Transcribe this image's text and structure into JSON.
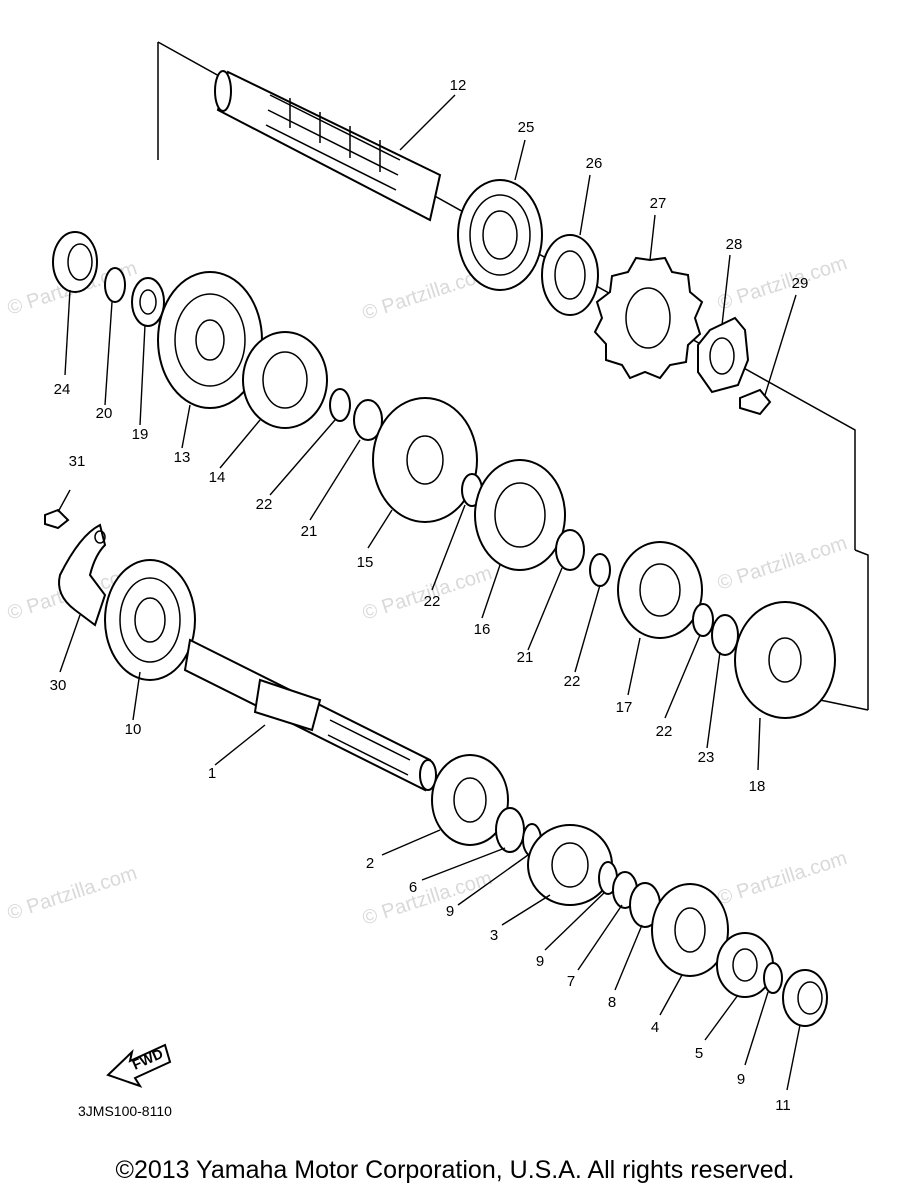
{
  "diagram_code": "3JMS100-8110",
  "fwd_label": "FWD",
  "copyright": "©2013 Yamaha Motor Corporation, U.S.A. All rights reserved.",
  "watermark": "© Partzilla.com",
  "callouts": [
    "12",
    "25",
    "26",
    "27",
    "28",
    "29",
    "24",
    "20",
    "19",
    "13",
    "14",
    "22",
    "21",
    "15",
    "31",
    "30",
    "10",
    "1",
    "16",
    "17",
    "18",
    "23",
    "2",
    "6",
    "9",
    "3",
    "7",
    "8",
    "4",
    "5",
    "11"
  ]
}
